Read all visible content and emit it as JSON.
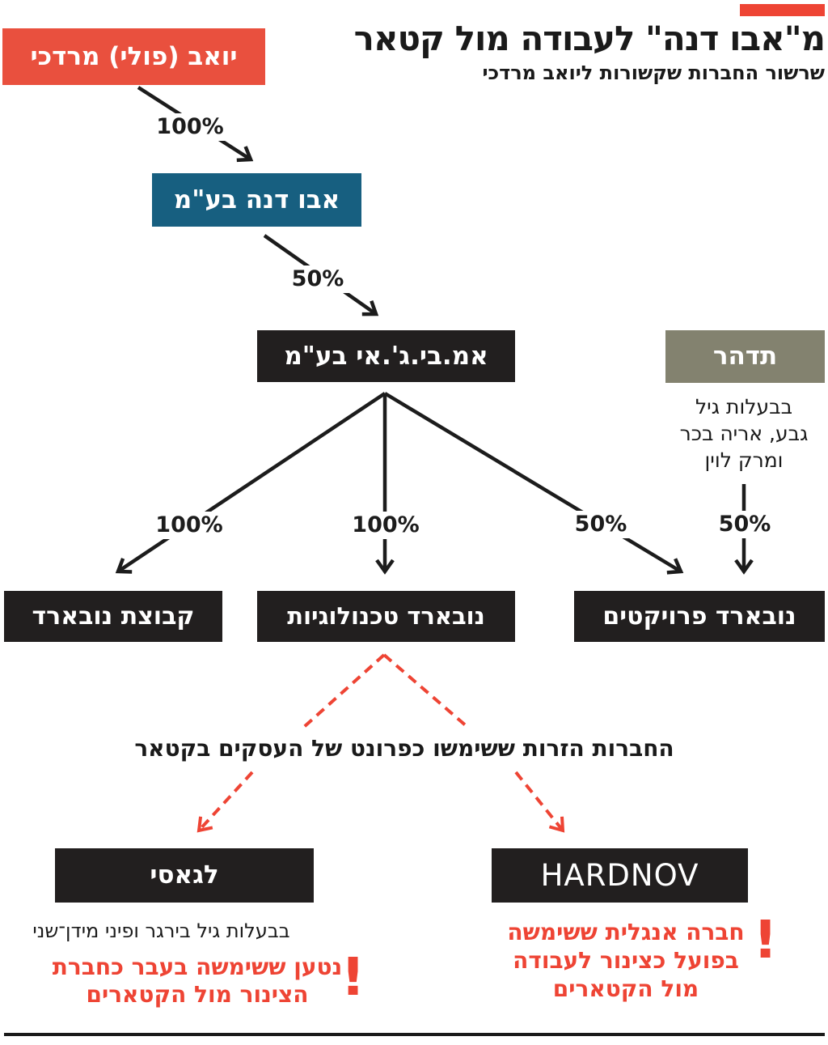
{
  "header": {
    "title": "מ\"אבו דנה\" לעבודה מול קטאר",
    "subtitle": "שרשור החברות שקשורות ליואב מרדכי"
  },
  "colors": {
    "accent_red": "#ee4434",
    "person_box_red": "#e9503e",
    "teal": "#175f80",
    "olive": "#83826f",
    "box_black": "#221f1f",
    "text_black": "#1a1a1a"
  },
  "nodes": {
    "person": "יואב (פולי) מרדכי",
    "abu_dana": "אבו דנה בע\"מ",
    "mbgi": "אמ.בי.ג'.אי בע\"מ",
    "tidhar": "תדהר",
    "novard_group": "קבוצת נובארד",
    "novard_tech": "נובארד טכנולוגיות",
    "novard_projects": "נובארד פרויקטים",
    "legacy": "לגאסי",
    "hardnov": "HARDNOV"
  },
  "edges": {
    "person_to_abudana": "100%",
    "abudana_to_mbgi": "50%",
    "mbgi_to_group": "100%",
    "mbgi_to_tech": "100%",
    "mbgi_to_projects": "50%",
    "tidhar_to_projects": "50%"
  },
  "notes": {
    "tidhar_owners_lines": [
      "בבעלות גיל",
      "גבע, אריה בכר",
      "ומרק לוין"
    ],
    "front_companies": "החברות הזרות ששימשו כפרונט של העסקים בקטאר",
    "legacy_owners": "בבעלות גיל בירגר ופיני מידן־שני",
    "legacy_claim_lines": [
      "נטען ששימשה בעבר כחברת",
      "הצינור מול הקטארים"
    ],
    "hardnov_claim_lines": [
      "חברה אנגלית ששימשה",
      "בפועל כצינור לעבודה",
      "מול הקטארים"
    ],
    "exclamation": "!"
  }
}
